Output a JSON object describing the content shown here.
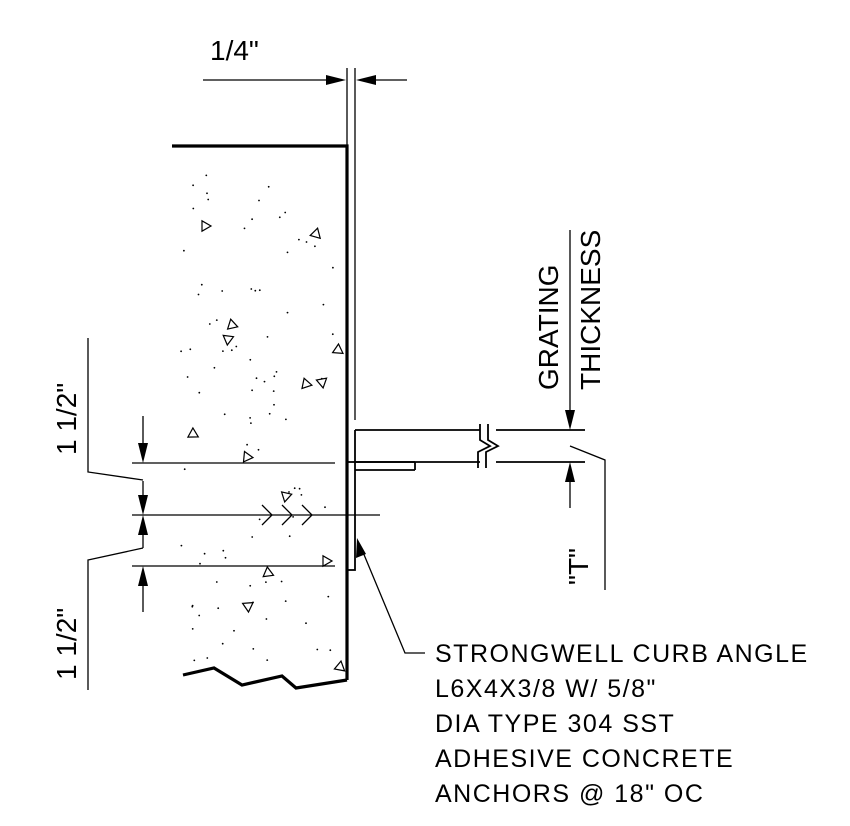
{
  "dimensions": {
    "top_gap": "1/4\"",
    "upper_edge": "1 1/2\"",
    "lower_edge": "1 1/2\""
  },
  "labels": {
    "grating_line1": "GRATING",
    "grating_line2": "THICKNESS",
    "t_label": "\"T\""
  },
  "note": {
    "lines": [
      "STRONGWELL CURB ANGLE",
      "L6X4X3/8 W/ 5/8\"",
      "DIA TYPE 304 SST",
      "ADHESIVE CONCRETE",
      "ANCHORS @ 18\" OC"
    ]
  }
}
